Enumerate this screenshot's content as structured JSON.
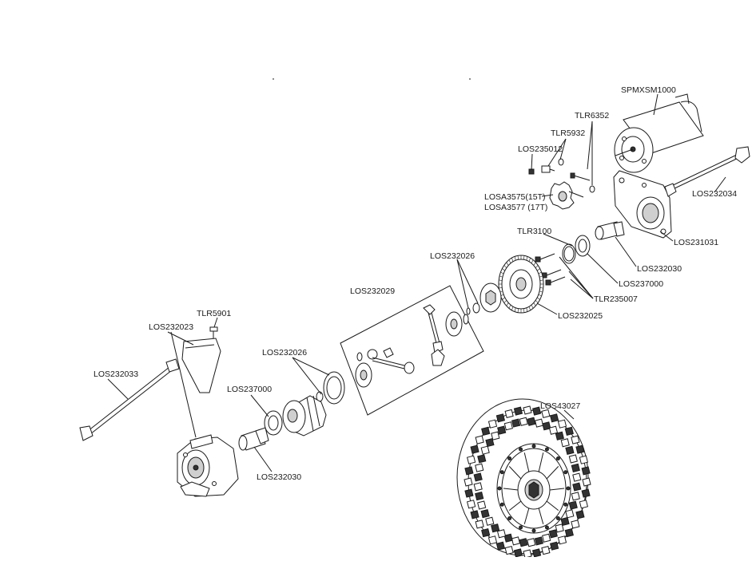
{
  "labels": {
    "spmxsm1000": "SPMXSM1000",
    "tlr6352": "TLR6352",
    "tlr5932": "TLR5932",
    "los235012": "LOS235012",
    "losa3575": "LOSA3575(15T)",
    "losa3577": "LOSA3577 (17T)",
    "los232034": "LOS232034",
    "tlr3100": "TLR3100",
    "los231031": "LOS231031",
    "los232026_top": "LOS232026",
    "los232030_right": "LOS232030",
    "los237000_right": "LOS237000",
    "tlr235007": "TLR235007",
    "los232029": "LOS232029",
    "los232025": "LOS232025",
    "tlr5901": "TLR5901",
    "los232023": "LOS232023",
    "los232026_left": "LOS232026",
    "los232033": "LOS232033",
    "los237000_left": "LOS237000",
    "los43027": "LOS43027",
    "los232030_left": "LOS232030"
  }
}
